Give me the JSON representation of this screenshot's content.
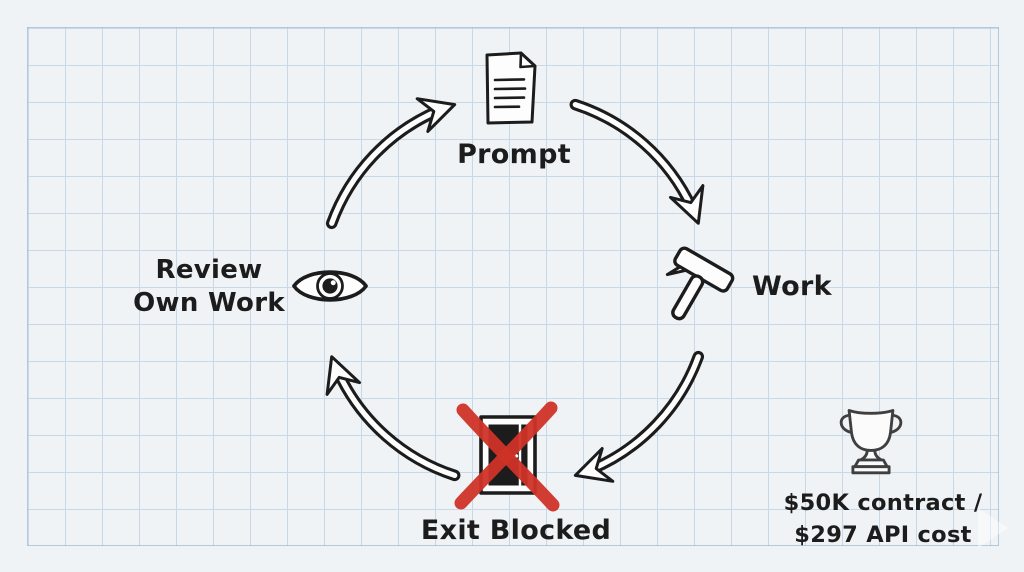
{
  "colors": {
    "ink": "#1c1c1c",
    "paper": "#fdfdfd",
    "red_x": "#cf3327",
    "trophy": "#3f3f3f",
    "grid_line": "#c9d8e6",
    "background": "#eff3f6"
  },
  "cycle": {
    "prompt": {
      "label": "Prompt",
      "icon": "document-icon"
    },
    "work": {
      "label": "Work",
      "icon": "hammer-icon"
    },
    "exit": {
      "label": "Exit Blocked",
      "icon": "door-blocked-icon"
    },
    "review": {
      "line1": "Review",
      "line2": "Own Work",
      "icon": "eye-icon"
    }
  },
  "callout": {
    "icon": "trophy-icon",
    "line1": "$50K contract /",
    "line2": "$297 API cost"
  }
}
